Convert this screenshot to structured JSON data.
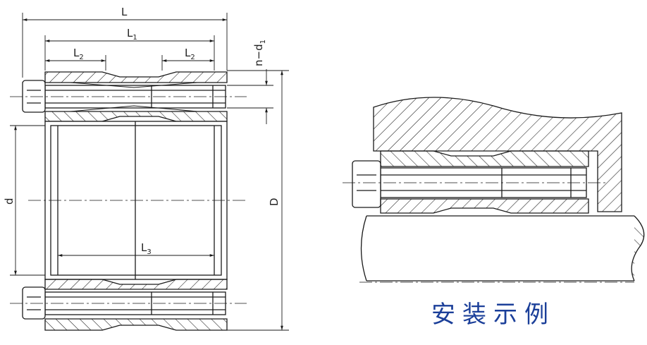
{
  "labels": {
    "L": "L",
    "L1_main": "L",
    "L1_sub": "1",
    "L2a_main": "L",
    "L2a_sub": "2",
    "L2b_main": "L",
    "L2b_sub": "2",
    "L3_main": "L",
    "L3_sub": "3",
    "nd1_main": "n−d",
    "nd1_sub": "1",
    "d": "d",
    "D": "D"
  },
  "caption": "安装示例",
  "colors": {
    "line": "#1a1a1a",
    "caption": "#1b3f99"
  }
}
